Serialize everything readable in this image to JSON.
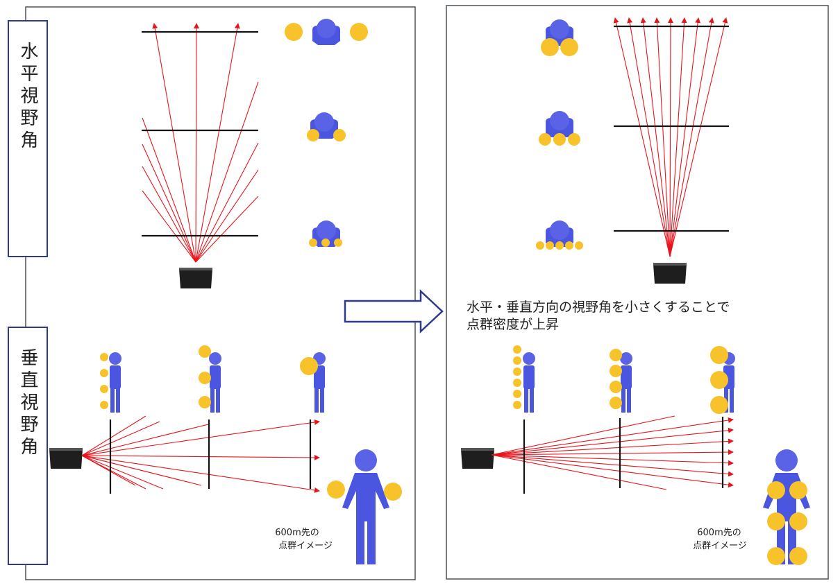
{
  "labels": {
    "horizontal_fov": "水平視野角",
    "vertical_fov": "垂直視野角",
    "caption_line1": "水平・垂直方向の視野角を小さくすることで",
    "caption_line2": "点群密度が上昇",
    "image_600m_left_line1": "600m先の",
    "image_600m_left_line2": "点群イメージ",
    "image_600m_right_line1": "600m先の",
    "image_600m_right_line2": "点群イメージ"
  },
  "colors": {
    "ray": "#e8141c",
    "figure": "#5a63e6",
    "dot": "#f7c22a",
    "frame": "#4a5258",
    "labelbox": "#2e3a8c",
    "arrow": "#2e3a8c",
    "sensor": "#222222"
  },
  "icons": {
    "sensor": "lidar-sensor-icon",
    "person": "person-icon",
    "arrow": "right-arrow-icon"
  }
}
